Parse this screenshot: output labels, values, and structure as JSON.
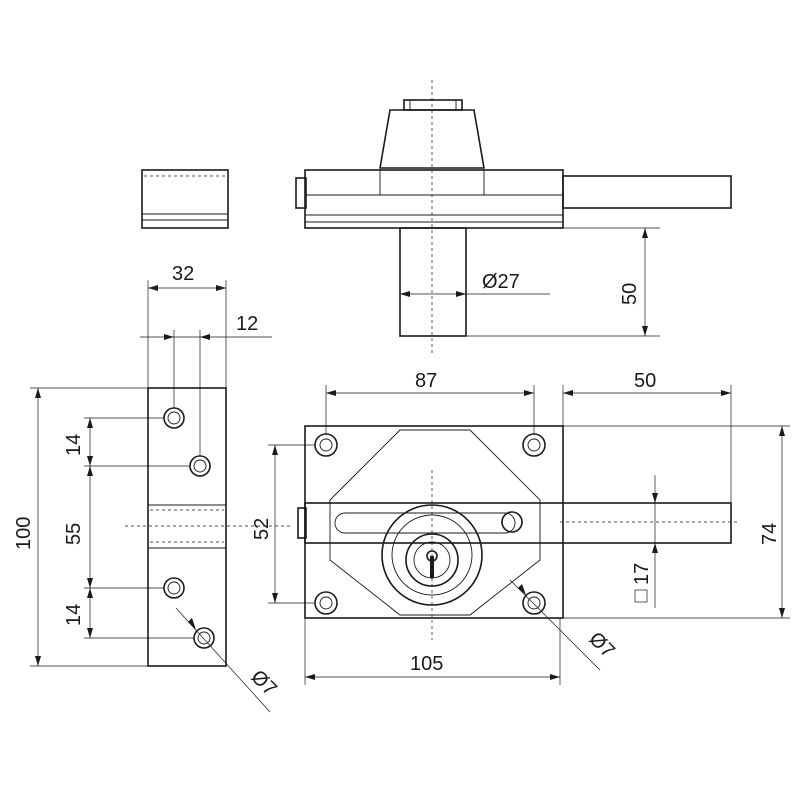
{
  "dimensions": {
    "strike_width": "32",
    "strike_offset": "12",
    "strike_height": "100",
    "strike_spacing_top": "14",
    "strike_spacing_mid": "55",
    "strike_spacing_bottom": "14",
    "strike_hole_dia": "Ø7",
    "cylinder_dia": "Ø27",
    "cylinder_length": "50",
    "body_hole_spacing": "87",
    "bolt_projection": "50",
    "body_vertical_spacing": "52",
    "body_height": "74",
    "bolt_section": "17",
    "body_hole_dia": "Ø7",
    "body_width": "105"
  }
}
